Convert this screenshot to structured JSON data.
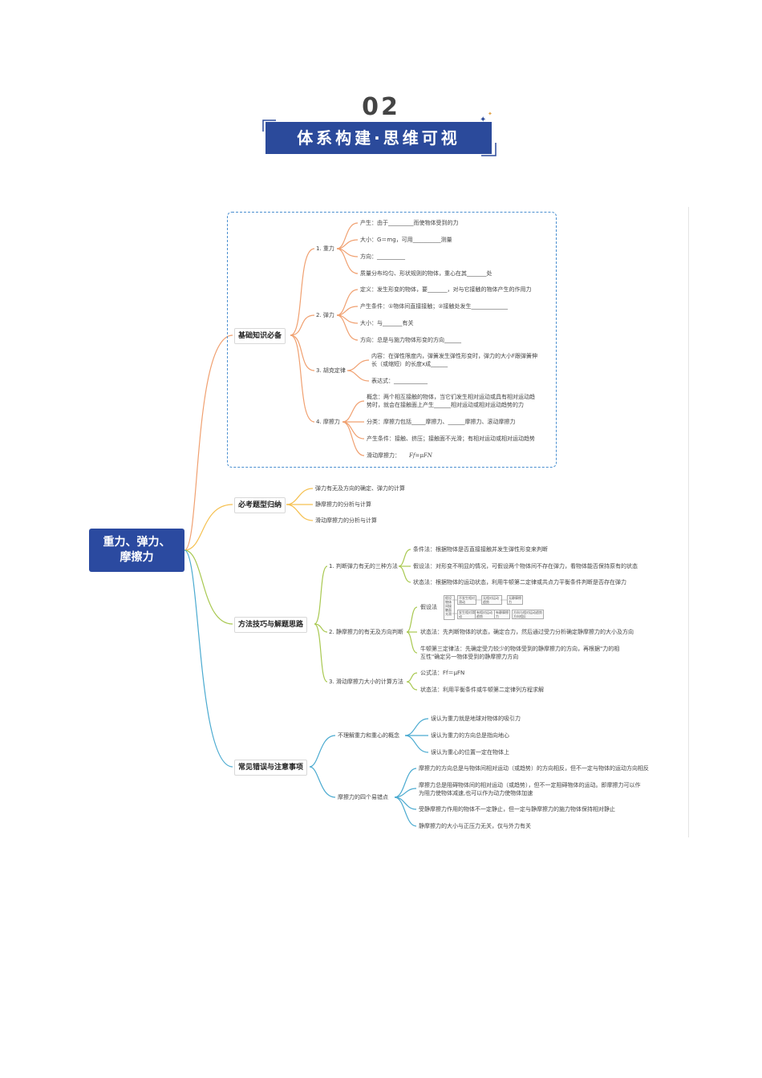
{
  "header": {
    "number": "02",
    "title": "体系构建·思维可视"
  },
  "root": {
    "line1": "重力、弹力、",
    "line2": "摩擦力"
  },
  "branches": {
    "basic": {
      "label": "基础知识必备",
      "gravity": {
        "label": "1. 重力",
        "items": [
          "产生：由于_________而使物体受到的力",
          "大小：G＝mg，可用__________测量",
          "方向：__________",
          "质量分布均匀、形状规则的物体，重心在其_______处"
        ]
      },
      "elastic": {
        "label": "2. 弹力",
        "items": [
          "定义：发生形变的物体，要_______，对与它接触的物体产生的作用力",
          "产生条件：①物体间直接接触；②接触处发生_____________",
          "大小：与_______有关",
          "方向：总是与施力物体形变的方向______"
        ]
      },
      "hooke": {
        "label": "3. 胡克定律",
        "content1": "内容：在弹性限度内，弹簧发生弹性形变时，弹力的大小F跟弹簧伸",
        "content2": "长（或缩短）的长度x成______",
        "expr": "表达式：____________"
      },
      "friction": {
        "label": "4. 摩擦力",
        "concept1": "概念：两个相互接触的物体，当它们发生相对运动或具有相对运动趋",
        "concept2": "势时，就会在接触面上产生______相对运动或相对运动趋势的力",
        "types": "分类：摩擦力包括_____摩擦力、______摩擦力、滚动摩擦力",
        "condition": "产生条件：接触、挤压；接触面不光滑；有相对运动或相对运动趋势",
        "sliding": "滑动摩擦力：",
        "formula": "Ff=μFN"
      }
    },
    "types": {
      "label": "必考题型归纳",
      "items": [
        "弹力有无及方向的确定、弹力的计算",
        "静摩擦力的分析与计算",
        "滑动摩擦力的分析与计算"
      ]
    },
    "methods": {
      "label": "方法技巧与解题思路",
      "m1": {
        "label": "1. 判断弹力有无的三种方法",
        "items": [
          "条件法：根据物体是否直接接触并发生弹性形变来判断",
          "假设法：对形变不明显的情况，可假设两个物体间不存在弹力，看物体能否保持原有的状态",
          "状态法：根据物体的运动状态，利用牛顿第二定律或共点力平衡条件判断是否存在弹力"
        ]
      },
      "m2": {
        "label": "2. 静摩擦力的有无及方向判断",
        "hypo": "假设法",
        "flow": {
          "start": "假设物体间接触面光滑",
          "a1": "不发生相对滑动",
          "a2": "无相对运动趋势",
          "a3": "无静摩擦力",
          "b1": "发生相对滑动",
          "b2": "有相对运动趋势",
          "b3": "有静摩擦力",
          "b4": "方向与相对运动趋势方向相反"
        },
        "state": "状态法：先判断物体的状态，确定合力，然后通过受力分析确定静摩擦力的大小及方向",
        "newton1": "牛顿第三定律法：先确定受力较少的物体受到的静摩擦力的方向，再根据\"力的相",
        "newton2": "互性\"确定另一物体受到的静摩擦力方向"
      },
      "m3": {
        "label": "3. 滑动摩擦力大小的计算方法",
        "items": [
          "公式法：Ff＝μFN",
          "状态法：利用平衡条件或牛顿第二定律列方程求解"
        ]
      }
    },
    "errors": {
      "label": "常见错误与注意事项",
      "e1": {
        "label": "不理解重力和重心的概念",
        "items": [
          "误认为重力就是地球对物体的吸引力",
          "误认为重力的方向总是指向地心",
          "误认为重心的位置一定在物体上"
        ]
      },
      "e2": {
        "label": "摩擦力的四个易错点",
        "items": [
          "摩擦力的方向总是与物体间相对运动（或趋势）的方向相反，但不一定与物体的运动方向相反",
          "摩擦力总是阻碍物体间的相对运动（或趋势），但不一定阻碍物体的运动。即摩擦力可以作",
          "为阻力使物体减速,也可以作为动力使物体加速",
          "受静摩擦力作用的物体不一定静止，但一定与静摩擦力的施力物体保持相对静止",
          "静摩擦力的大小与正压力无关，仅与外力有关"
        ]
      }
    }
  }
}
